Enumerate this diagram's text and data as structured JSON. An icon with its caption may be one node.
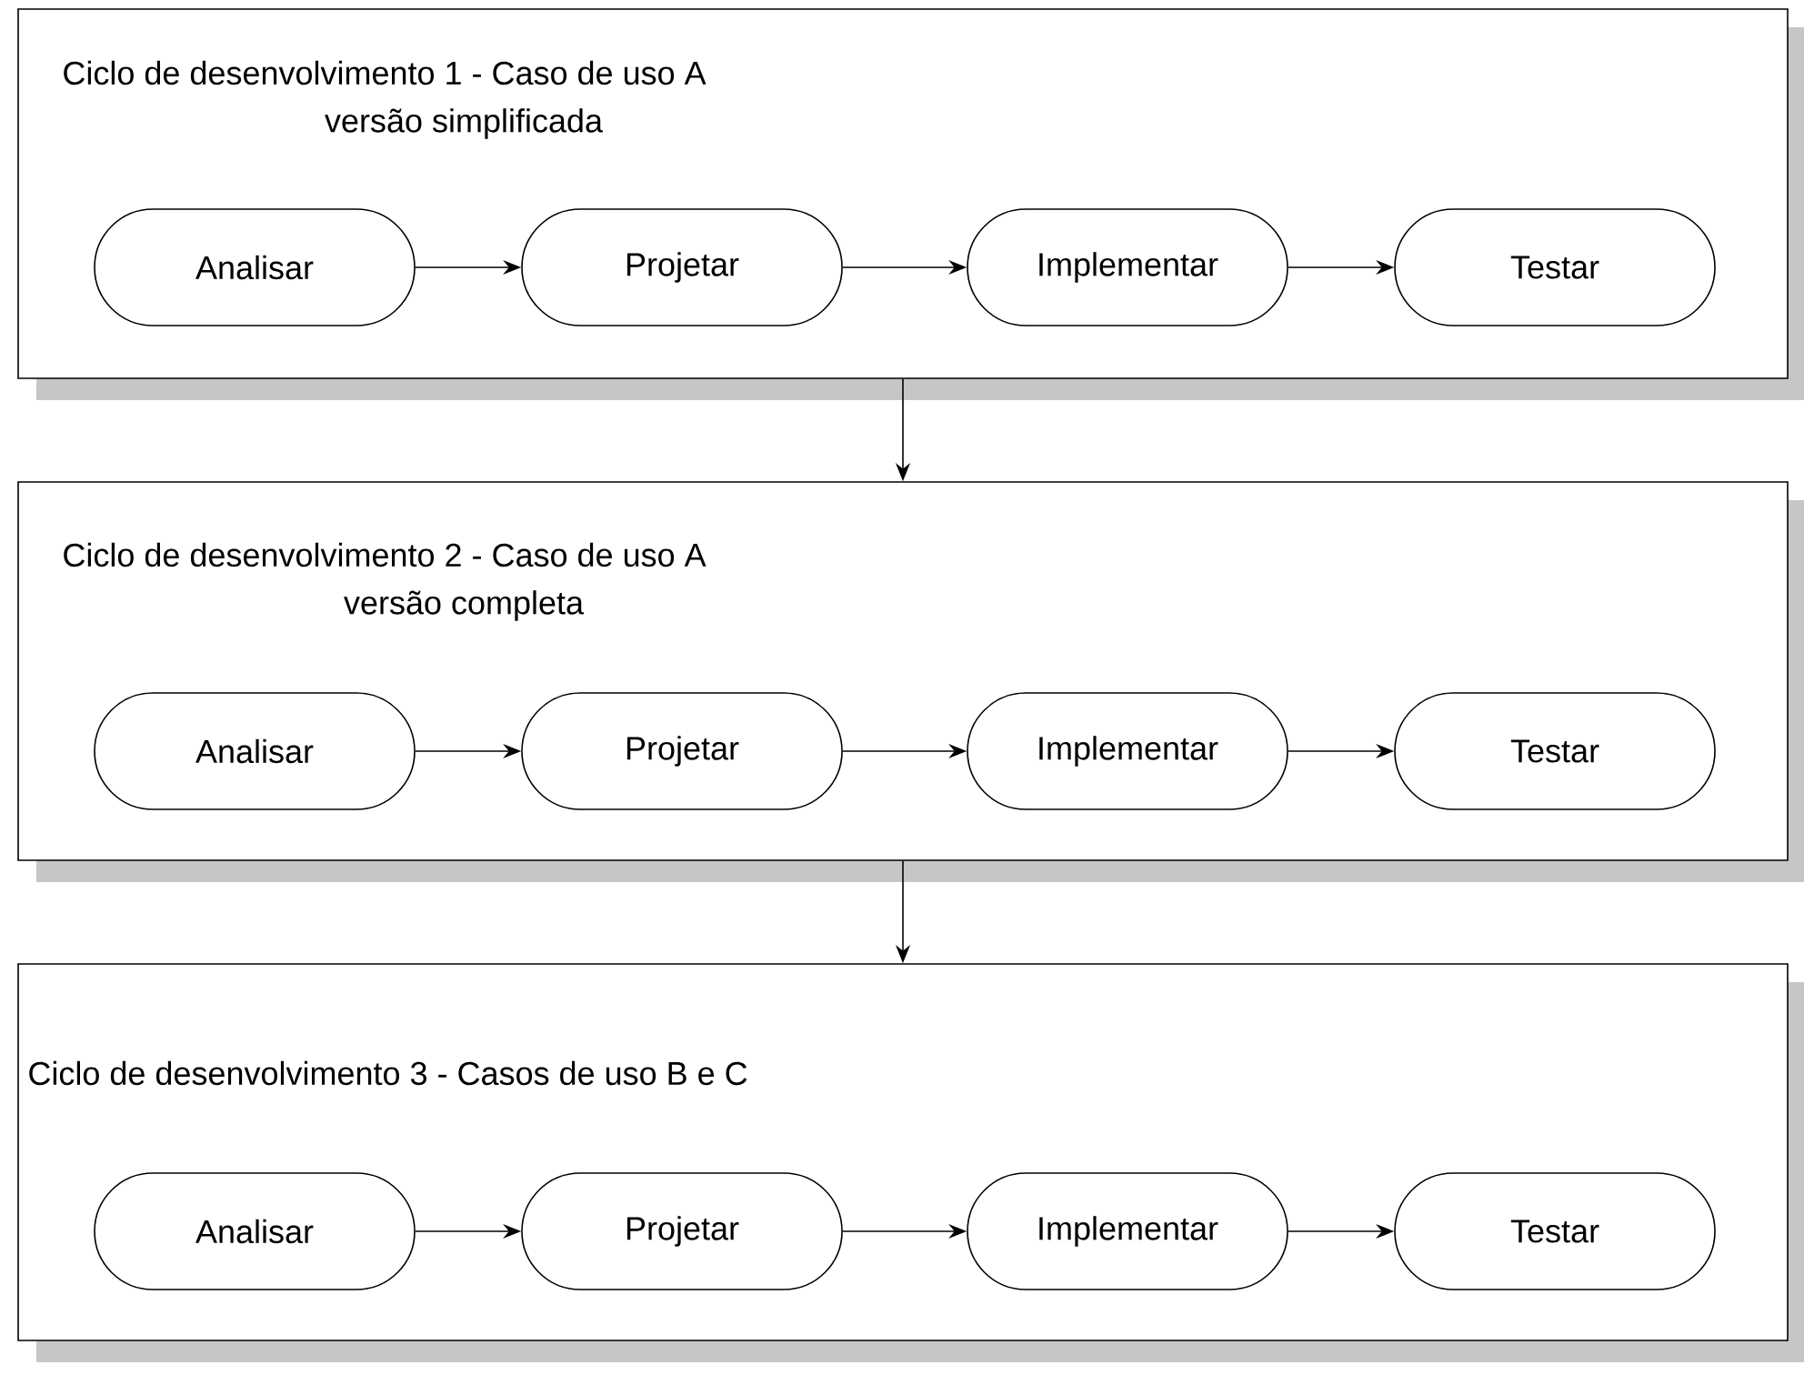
{
  "diagram": {
    "nodes": [
      {
        "text": [
          "Ciclo de desenvolvimento 1 - Caso de uso A",
          "versão simplificada"
        ]
      },
      {
        "text": [
          "Analisar"
        ],
        "in": 0
      },
      {
        "text": [
          "Projetar"
        ],
        "in": 0
      },
      {
        "text": [
          "Implementar"
        ],
        "in": 0
      },
      {
        "text": [
          "Testar"
        ],
        "in": 0
      },
      {
        "text": [
          "Ciclo de desenvolvimento 2 - Caso de uso A",
          "versão completa"
        ]
      },
      {
        "text": [
          "Analisar"
        ],
        "in": 5
      },
      {
        "text": [
          "Projetar"
        ],
        "in": 5
      },
      {
        "text": [
          "Implementar"
        ],
        "in": 5
      },
      {
        "text": [
          "Testar"
        ],
        "in": 5
      },
      {
        "text": [
          "Ciclo de desenvolvimento 3 - Casos de uso B e C"
        ]
      },
      {
        "text": [
          "Analisar"
        ],
        "in": 10
      },
      {
        "text": [
          "Projetar"
        ],
        "in": 10
      },
      {
        "text": [
          "Implementar"
        ],
        "in": 10
      },
      {
        "text": [
          "Testar"
        ],
        "in": 10
      }
    ],
    "edges": [
      {
        "from": 1,
        "to": 2,
        "arrow": "to"
      },
      {
        "from": 2,
        "to": 3,
        "arrow": "to"
      },
      {
        "from": 3,
        "to": 4,
        "arrow": "to"
      },
      {
        "from": 0,
        "to": 5,
        "arrow": "to"
      },
      {
        "from": 6,
        "to": 7,
        "arrow": "to"
      },
      {
        "from": 7,
        "to": 8,
        "arrow": "to"
      },
      {
        "from": 8,
        "to": 9,
        "arrow": "to"
      },
      {
        "from": 5,
        "to": 10,
        "arrow": "to"
      },
      {
        "from": 11,
        "to": 12,
        "arrow": "to"
      },
      {
        "from": 12,
        "to": 13,
        "arrow": "to"
      },
      {
        "from": 13,
        "to": 14,
        "arrow": "to"
      }
    ]
  }
}
